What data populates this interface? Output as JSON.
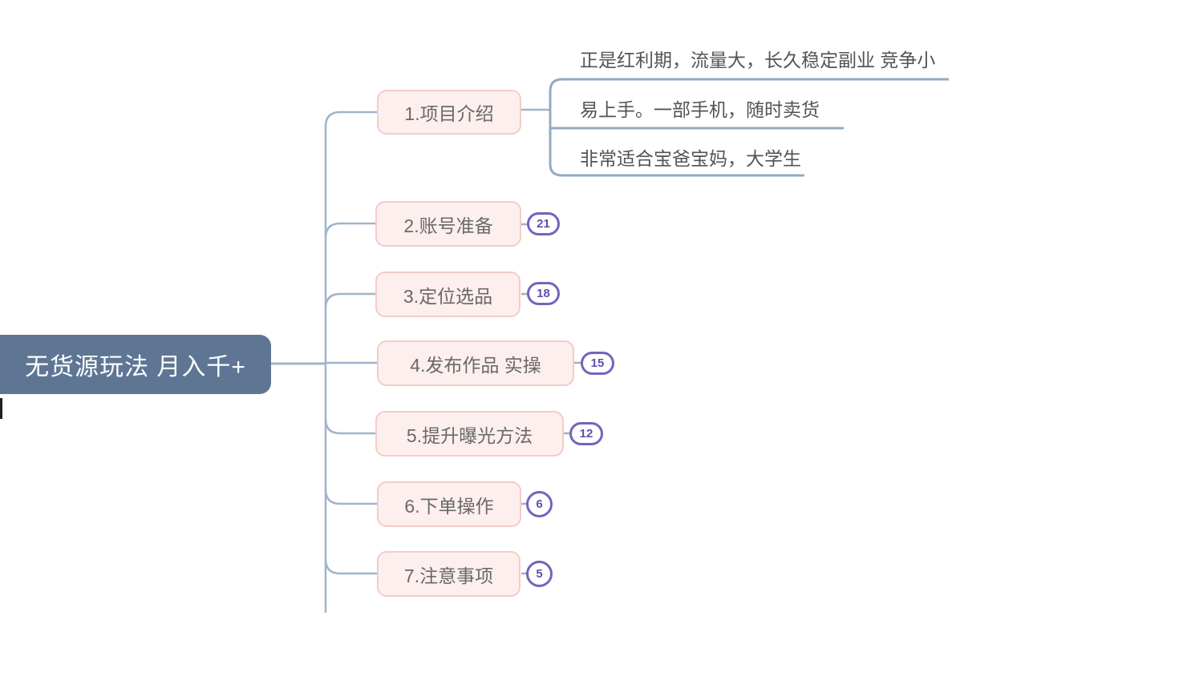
{
  "root": {
    "label": "无货源玩法  月入千+"
  },
  "branches": [
    {
      "label": "1.项目介绍",
      "children": [
        "正是红利期，流量大，长久稳定副业 竞争小",
        "易上手。一部手机，随时卖货",
        "非常适合宝爸宝妈，大学生"
      ]
    },
    {
      "label": "2.账号准备",
      "badge": "21"
    },
    {
      "label": "3.定位选品",
      "badge": "18"
    },
    {
      "label": "4.发布作品  实操",
      "badge": "15"
    },
    {
      "label": "5.提升曝光方法",
      "badge": "12"
    },
    {
      "label": "6.下单操作",
      "badge": "6"
    },
    {
      "label": "7.注意事项",
      "badge": "5"
    }
  ],
  "colors": {
    "root_bg": "#5e7694",
    "root_text": "#ffffff",
    "branch_bg": "#fdefed",
    "branch_border": "#f3ccc7",
    "branch_text": "#696969",
    "connector": "#9fb5cb",
    "badge_border": "#6f66bb",
    "badge_text": "#5b51ae",
    "subtopic_text": "#545454"
  }
}
